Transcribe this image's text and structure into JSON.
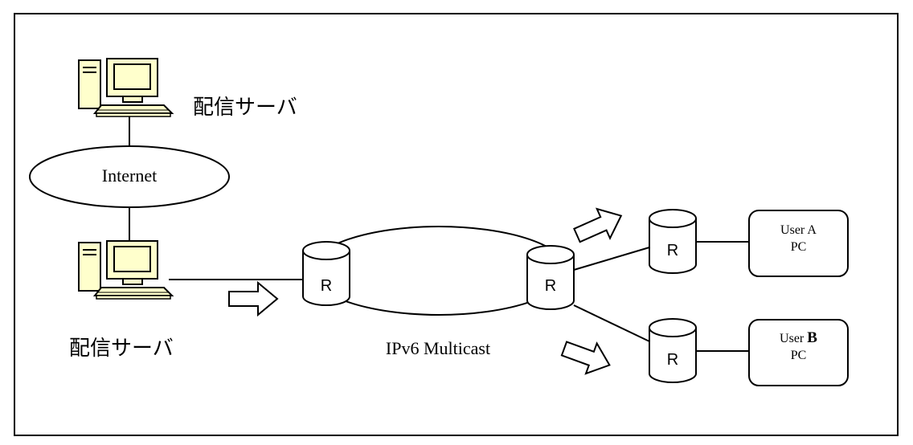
{
  "diagram": {
    "top_server_label": "配信サーバ",
    "internet_label": "Internet",
    "bottom_server_label": "配信サーバ",
    "multicast_label": "IPv6 Multicast",
    "router_label": "R",
    "user_a": {
      "line1": "User A",
      "line2": "PC"
    },
    "user_b": {
      "line1_prefix": "User ",
      "line1_letter": "B",
      "line2": "PC"
    }
  },
  "colors": {
    "monitor_fill": "#ffffcc",
    "outline": "#000000",
    "background": "#ffffff"
  },
  "icons": [
    "desktop-computer-icon",
    "router-cylinder-icon",
    "block-arrow-icon"
  ]
}
